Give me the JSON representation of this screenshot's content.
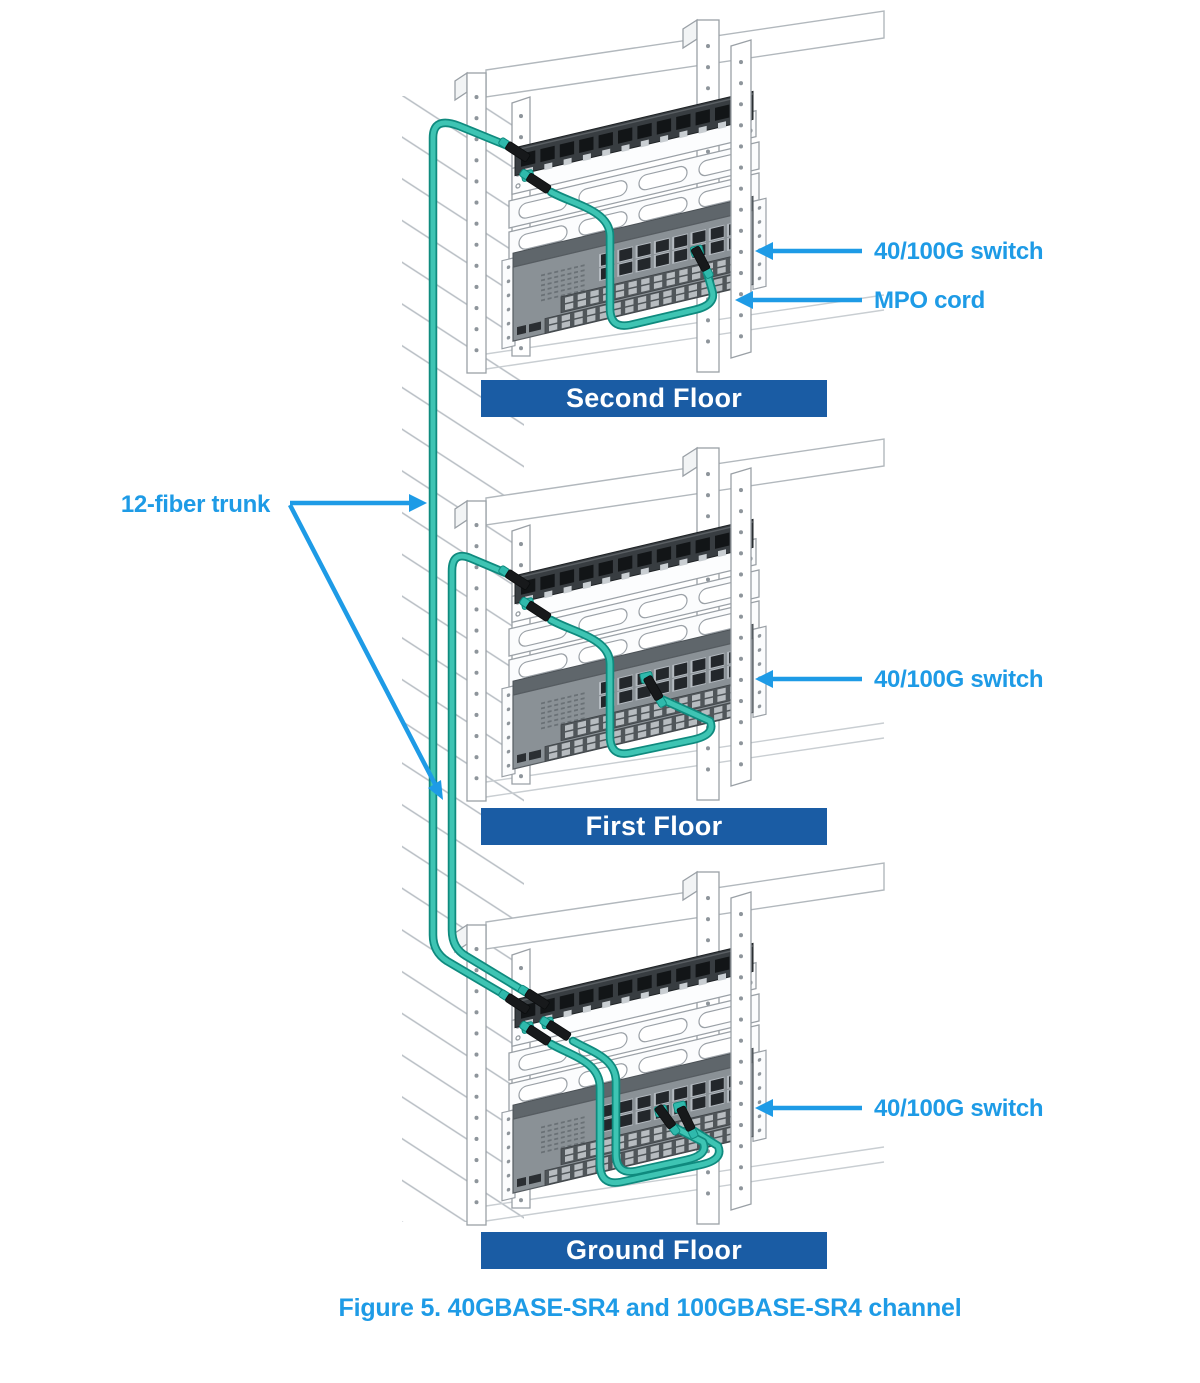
{
  "floors": [
    {
      "name": "Second Floor"
    },
    {
      "name": "First Floor"
    },
    {
      "name": "Ground Floor"
    }
  ],
  "callouts": {
    "switch": "40/100G switch",
    "mpo": "MPO cord",
    "trunk": "12-fiber trunk"
  },
  "caption": "Figure 5. 40GBASE-SR4 and 100GBASE-SR4 channel",
  "palette": {
    "accent_blue": "#1E9BE6",
    "banner_blue": "#1A5CA4",
    "banner_text": "#FFFFFF",
    "cable_teal": "#3EC4B3",
    "cable_outline": "#0F8A7E",
    "connector_black": "#17191B",
    "rack_line_gray": "#9AA0A6",
    "switch_gray": "#8A9196"
  }
}
